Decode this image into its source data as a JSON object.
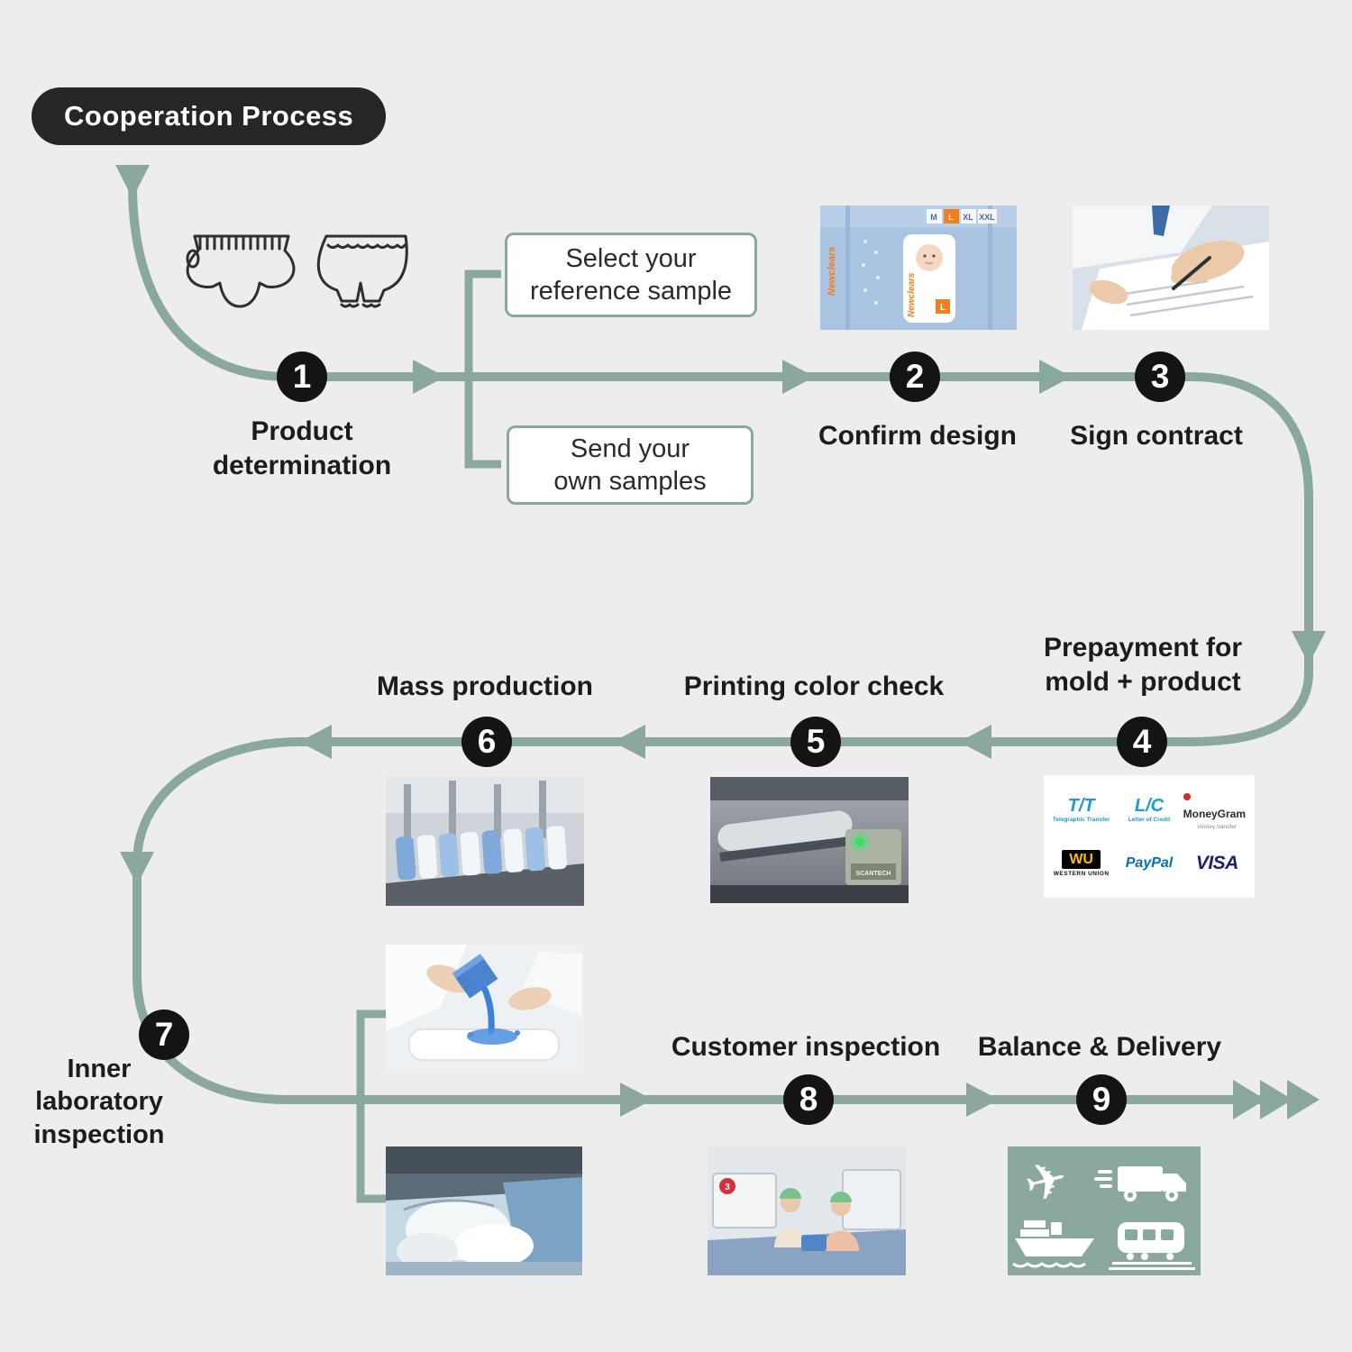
{
  "badge": {
    "label": "Cooperation Process"
  },
  "steps": [
    {
      "num": "1",
      "label": "Product determination"
    },
    {
      "num": "2",
      "label": "Confirm design"
    },
    {
      "num": "3",
      "label": "Sign contract"
    },
    {
      "num": "4",
      "label": "Prepayment for mold + product"
    },
    {
      "num": "5",
      "label": "Printing color check"
    },
    {
      "num": "6",
      "label": "Mass production"
    },
    {
      "num": "7",
      "label": "Inner laboratory inspection"
    },
    {
      "num": "8",
      "label": "Customer inspection"
    },
    {
      "num": "9",
      "label": "Balance & Delivery"
    }
  ],
  "sample_options": [
    {
      "label": "Select your reference sample"
    },
    {
      "label": "Send your own samples"
    }
  ],
  "package": {
    "brand": "Newclears",
    "sizes": [
      "M",
      "L",
      "XL",
      "XXL"
    ]
  },
  "payments": {
    "tt": "T/T",
    "tt_sub": "Telegraphic Transfer",
    "lc": "L/C",
    "lc_sub": "Letter of Credit",
    "moneygram": "MoneyGram",
    "moneygram_sub": "money transfer",
    "wu": "WU",
    "wu_sub": "WESTERN UNION",
    "paypal": "PayPal",
    "visa": "VISA"
  },
  "printing": {
    "machine_label": "SCANTECH"
  },
  "inspection": {
    "machine_badge": "3"
  },
  "icons": {
    "plane": "✈"
  },
  "colors": {
    "background": "#ededed",
    "flow_line": "#8ba89f",
    "badge_bg": "#262626",
    "step_circle": "#141414",
    "delivery_bg": "#8ba89f"
  }
}
